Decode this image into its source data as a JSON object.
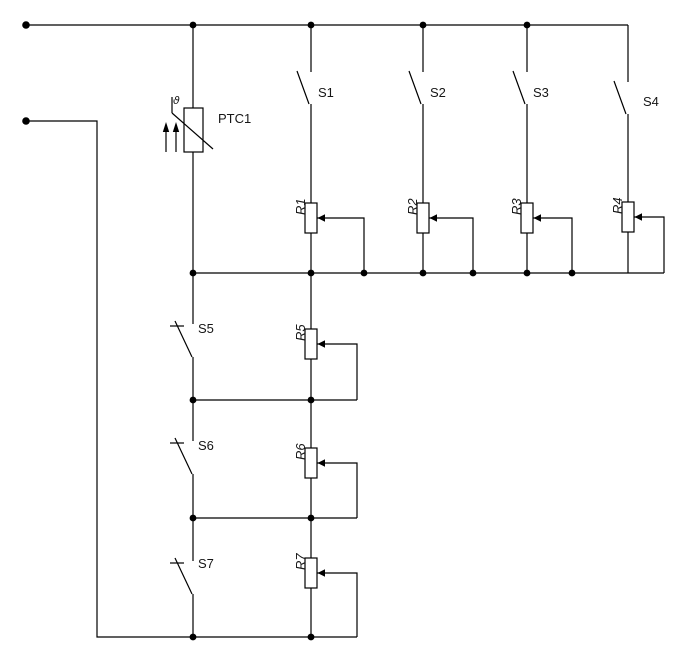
{
  "colors": {
    "background": "#ffffff",
    "line": "#000000",
    "label": "#161616"
  },
  "schematic": {
    "thermistor": {
      "label": "PTC1",
      "temp_symbol": "ϑ"
    },
    "switches": [
      {
        "label": "S1"
      },
      {
        "label": "S2"
      },
      {
        "label": "S3"
      },
      {
        "label": "S4"
      },
      {
        "label": "S5"
      },
      {
        "label": "S6"
      },
      {
        "label": "S7"
      }
    ],
    "resistors": [
      {
        "label": "R1"
      },
      {
        "label": "R2"
      },
      {
        "label": "R3"
      },
      {
        "label": "R4"
      },
      {
        "label": "R5"
      },
      {
        "label": "R6"
      },
      {
        "label": "R7"
      }
    ]
  }
}
